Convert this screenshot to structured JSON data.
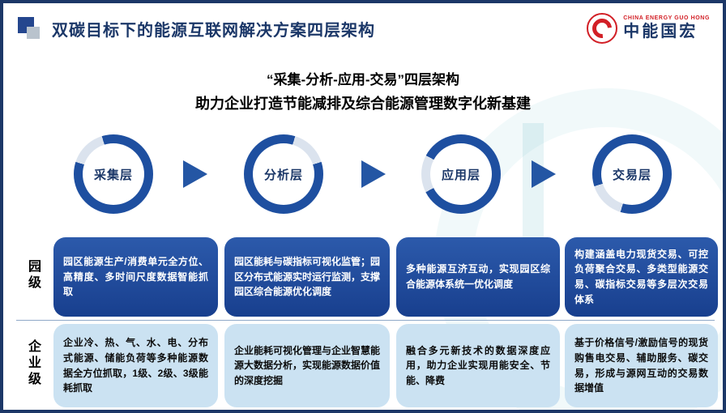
{
  "header": {
    "title": "双碳目标下的能源互联网解决方案四层架构",
    "logo": {
      "en": "CHINA ENERGY GUO HONG",
      "zh": "中能国宏"
    }
  },
  "intro": {
    "line1": "“采集-分析-应用-交易”四层架构",
    "line2": "助力企业打造节能减排及综合能源管理数字化新基建"
  },
  "layers": [
    {
      "label": "采集层"
    },
    {
      "label": "分析层"
    },
    {
      "label": "应用层"
    },
    {
      "label": "交易层"
    }
  ],
  "rows": [
    {
      "label": "园级",
      "cells": [
        "园区能源生产/消费单元全方位、高精度、多时间尺度数据智能抓取",
        "园区能耗与碳指标可视化监管；园区分布式能源实时运行监测，支撑园区综合能源优化调度",
        "多种能源互济互动，实现园区综合能源体系统一优化调度",
        "构建涵盖电力现货交易、可控负荷聚合交易、多类型能源交易、碳指标交易等多层次交易体系"
      ]
    },
    {
      "label": "企业级",
      "cells": [
        "企业冷、热、气、水、电、分布式能源、储能负荷等多种能源数据全方位抓取，1级、2级、3级能耗抓取",
        "企业能耗可视化管理与企业智慧能源大数据分析，实现能源数据价值的深度挖掘",
        "融合多元新技术的数据深度应用，助力企业实现用能安全、节能、降费",
        "基于价格信号/激励信号的现货购售电交易、辅助服务、碳交易，形成与源网互动的交易数据增值"
      ]
    }
  ],
  "colors": {
    "accent": "#1b3768",
    "dark_box": "#183f8e",
    "light_box": "#cbe2f2",
    "arrow": "#2456a4",
    "logo_red": "#d21f26",
    "ring_dark": "#1e4fa0"
  }
}
